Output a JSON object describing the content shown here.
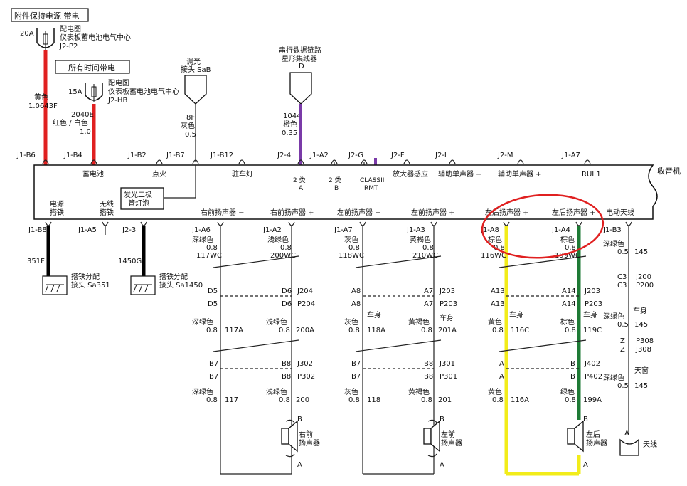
{
  "labels": {
    "acc_power": "附件保持电源 带电",
    "always_power": "所有时间带电",
    "fuse1_amp": "20A",
    "fuse1_desc1": "配电图",
    "fuse1_desc2": "仪表板蓄电池电气中心",
    "fuse1_code": "J2-P2",
    "fuse2_amp": "15A",
    "fuse2_desc1": "配电图",
    "fuse2_desc2": "仪表板蓄电池电气中心",
    "fuse2_code": "J2-HB",
    "wire1_color": "黄色",
    "wire1_code": "1.0643F",
    "wire2_code": "2040E",
    "wire2_color": "红色 / 白色",
    "wire2_size": "1.0",
    "dimmer_title": "调光",
    "dimmer_name": "接头 SaB",
    "dimmer_wire": "8F",
    "dimmer_color": "灰色",
    "dimmer_size": "0.5",
    "data_title": "串行数据链路",
    "data_name": "星形集线器",
    "data_pin": "D",
    "data_wire": "1044",
    "data_color": "橙色",
    "data_size": "0.35",
    "radio": "收音机",
    "led_line1": "发光二极",
    "led_line2": "管灯泡",
    "pins_top": [
      "J1-B6",
      "J1-B4",
      "J1-B2",
      "J1-B7",
      "J1-B12",
      "J2-4",
      "J1-A2",
      "J2-G",
      "J2-F",
      "J2-L",
      "J2-M",
      "J1-A7"
    ],
    "box_top": [
      "蓄电池",
      "点火",
      "驻车灯",
      "2 类",
      "A",
      "2 类",
      "B",
      "CLASSII",
      "RMT",
      "放大器感应",
      "辅助单声器 −",
      "辅助单声器 +",
      "RUI 1"
    ],
    "box_bottom": [
      "电源",
      "搭铁",
      "无线",
      "搭铁",
      "右前扬声器 −",
      "右前扬声器 +",
      "左前扬声器 −",
      "左前扬声器 +",
      "左后扬声器 +",
      "左后扬声器 +",
      "电动天线"
    ],
    "pins_bottom": [
      "J1-B8",
      "J1-A5",
      "J2-3",
      "J1-A6",
      "J1-A2",
      "J1-A7",
      "J1-A3",
      "J1-A8",
      "J1-A4",
      "J1-B3"
    ],
    "gnd1_wire": "351F",
    "gnd1_l1": "搭铁分配",
    "gnd1_l2": "接头 Sa351",
    "gnd2_wire": "1450G",
    "gnd2_l1": "搭铁分配",
    "gnd2_l2": "接头 Sa1450",
    "w1": [
      "深绿色",
      "0.8",
      "117WC"
    ],
    "w2": [
      "浅绿色",
      "0.8",
      "200WC"
    ],
    "w3": [
      "灰色",
      "0.8",
      "118WC"
    ],
    "w4": [
      "黄褐色",
      "0.8",
      "210WC"
    ],
    "w5": [
      "棕色",
      "0.8",
      "116WC"
    ],
    "w6": [
      "棕色",
      "0.8",
      "199WC"
    ],
    "w7": [
      "深绿色",
      "0.5",
      "145"
    ],
    "conn1": [
      "D5",
      "D5",
      "D6",
      "D6",
      "J204",
      "P204"
    ],
    "conn2": [
      "A8",
      "A8",
      "A7",
      "A7",
      "J203",
      "P203"
    ],
    "conn3": [
      "A13",
      "A13",
      "A14",
      "A14",
      "J203",
      "P203"
    ],
    "conn4": [
      "C3",
      "C3",
      "J200",
      "P200"
    ],
    "body": "车身",
    "m1": [
      "深绿色",
      "0.8",
      "117A"
    ],
    "m2": [
      "浅绿色",
      "0.8",
      "200A"
    ],
    "m3": [
      "灰色",
      "0.8",
      "118A"
    ],
    "m4": [
      "黄褐色",
      "0.8",
      "201A"
    ],
    "m5": [
      "黄色",
      "0.8",
      "116C"
    ],
    "m6": [
      "棕色",
      "0.8",
      "119C"
    ],
    "m7": [
      "深绿色",
      "0.5",
      "145"
    ],
    "conn5": [
      "B7",
      "B7",
      "B8",
      "B8",
      "J302",
      "P302"
    ],
    "conn6": [
      "B7",
      "B7",
      "B8",
      "B8",
      "J301",
      "P301"
    ],
    "conn7": [
      "A",
      "A",
      "B",
      "B",
      "J402",
      "P402"
    ],
    "conn8": [
      "Z",
      "Z",
      "P308",
      "J308"
    ],
    "skylight": "天窗",
    "b1": [
      "深绿色",
      "0.8",
      "117"
    ],
    "b2": [
      "浅绿色",
      "0.8",
      "200"
    ],
    "b3": [
      "灰色",
      "0.8",
      "118"
    ],
    "b4": [
      "黄褐色",
      "0.8",
      "201"
    ],
    "b5": [
      "黄色",
      "0.8",
      "116A"
    ],
    "b6": [
      "绿色",
      "0.8",
      "199A"
    ],
    "b7": [
      "深绿色",
      "0.5",
      "145"
    ],
    "spk_rf": [
      "右前",
      "扬声器"
    ],
    "spk_lf": [
      "左前",
      "扬声器"
    ],
    "spk_lr": [
      "左后",
      "扬声器"
    ],
    "antenna": "天线",
    "pin_a": "A",
    "pin_b": "B"
  },
  "colors": {
    "red": "#e02020",
    "purple": "#7a3aa8",
    "yellow": "#f2ec1a",
    "green": "#1e7a35",
    "black": "#000000",
    "highlight": "#e02020"
  }
}
